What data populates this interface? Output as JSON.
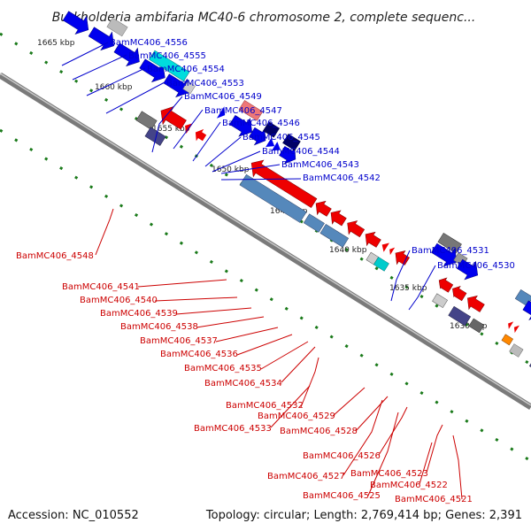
{
  "title": "Burkholderia ambifaria MC40-6 chromosome 2, complete sequenc...",
  "footer": {
    "accession": "Accession: NC_010552",
    "topology": "Topology: circular; Length: 2,769,414 bp; Genes: 2,391"
  },
  "colors": {
    "plus_label": "#0000cc",
    "minus_label": "#cc0000",
    "backbone": "#888888",
    "tick": "#1a7a1a"
  },
  "ruler": [
    {
      "label": "1665 kbp"
    },
    {
      "label": "1660 kbp"
    },
    {
      "label": "1655 kbp"
    },
    {
      "label": "1650 kbp"
    },
    {
      "label": "1645 kbp"
    },
    {
      "label": "1640 kbp"
    },
    {
      "label": "1635 kbp"
    },
    {
      "label": "1630 kbp"
    }
  ],
  "labels_plus": [
    {
      "text": "BamMC406_4556"
    },
    {
      "text": "BamMC406_4555"
    },
    {
      "text": "BamMC406_4554"
    },
    {
      "text": "BamMC406_4553"
    },
    {
      "text": "BamMC406_4549"
    },
    {
      "text": "BamMC406_4547"
    },
    {
      "text": "BamMC406_4546"
    },
    {
      "text": "BamMC406_4545"
    },
    {
      "text": "BamMC406_4544"
    },
    {
      "text": "BamMC406_4543"
    },
    {
      "text": "BamMC406_4542"
    },
    {
      "text": "BamMC406_4531"
    },
    {
      "text": "BamMC406_4530"
    }
  ],
  "labels_minus": [
    {
      "text": "BamMC406_4548"
    },
    {
      "text": "BamMC406_4541"
    },
    {
      "text": "BamMC406_4540"
    },
    {
      "text": "BamMC406_4539"
    },
    {
      "text": "BamMC406_4538"
    },
    {
      "text": "BamMC406_4537"
    },
    {
      "text": "BamMC406_4536"
    },
    {
      "text": "BamMC406_4535"
    },
    {
      "text": "BamMC406_4534"
    },
    {
      "text": "BamMC406_4532"
    },
    {
      "text": "BamMC406_4529"
    },
    {
      "text": "BamMC406_4533"
    },
    {
      "text": "BamMC406_4528"
    },
    {
      "text": "BamMC406_4526"
    },
    {
      "text": "BamMC406_4527"
    },
    {
      "text": "BamMC406_4523"
    },
    {
      "text": "BamMC406_4522"
    },
    {
      "text": "BamMC406_4525"
    },
    {
      "text": "BamMC406_4521"
    }
  ]
}
